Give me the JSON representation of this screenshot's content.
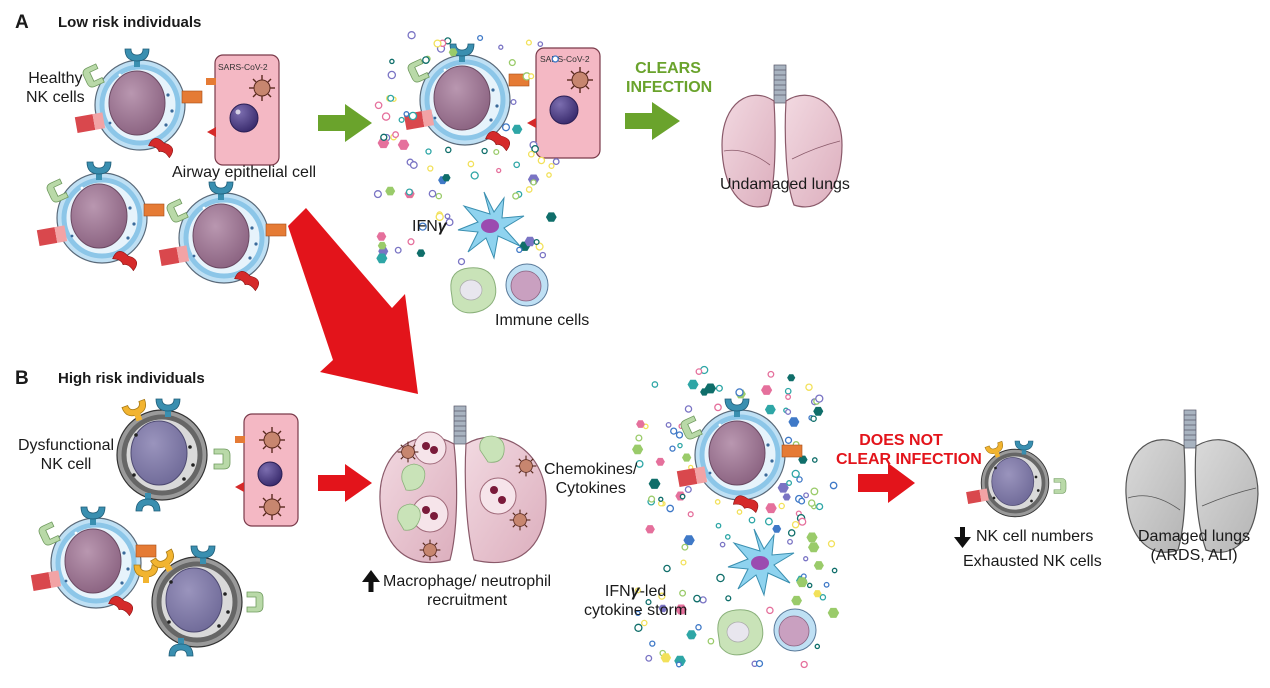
{
  "panel_a": {
    "letter": "A",
    "title": "Low risk individuals",
    "healthy_nk_cells": "Healthy\nNK cells",
    "epithelial_label": "Airway epithelial cell",
    "virus_tag": "SARS-CoV-2",
    "ifn_label_prefix": "IFN",
    "ifn_label_gamma": "γ",
    "immune_cells": "Immune cells",
    "clears_infection": "CLEARS\nINFECTION",
    "undamaged_lungs": "Undamaged lungs"
  },
  "panel_b": {
    "letter": "B",
    "title": "High risk individuals",
    "dysfunctional_nk": "Dysfunctional\nNK cell",
    "macrophage_label": "Macrophage/ neutrophil\nrecruitment",
    "chemokines": "Chemokines/\nCytokines",
    "storm_prefix": "IFN",
    "storm_gamma": "γ",
    "storm_suffix": "-led\ncytokine storm",
    "does_not_clear": "DOES NOT\nCLEAR INFECTION",
    "nk_numbers": "NK cell numbers",
    "exhausted": "Exhausted NK cells",
    "damaged_lungs": "Damaged lungs\n(ARDS, ALI)"
  },
  "colors": {
    "green_arrow": "#6aa32c",
    "red_arrow": "#e3141b",
    "nucleus": "#9c7391",
    "membrane_blue": "#7ec3ea",
    "lung_pink": "#eccbd6",
    "lung_grey": "#c9c9c9",
    "epithelial_pink": "#f4b8c4"
  },
  "icons": [
    "nk-cell-icon",
    "epithelial-cell-icon",
    "virus-icon",
    "lung-icon",
    "dendritic-cell-icon",
    "macrophage-icon",
    "arrow-icon",
    "cytokine-particle-icon"
  ]
}
